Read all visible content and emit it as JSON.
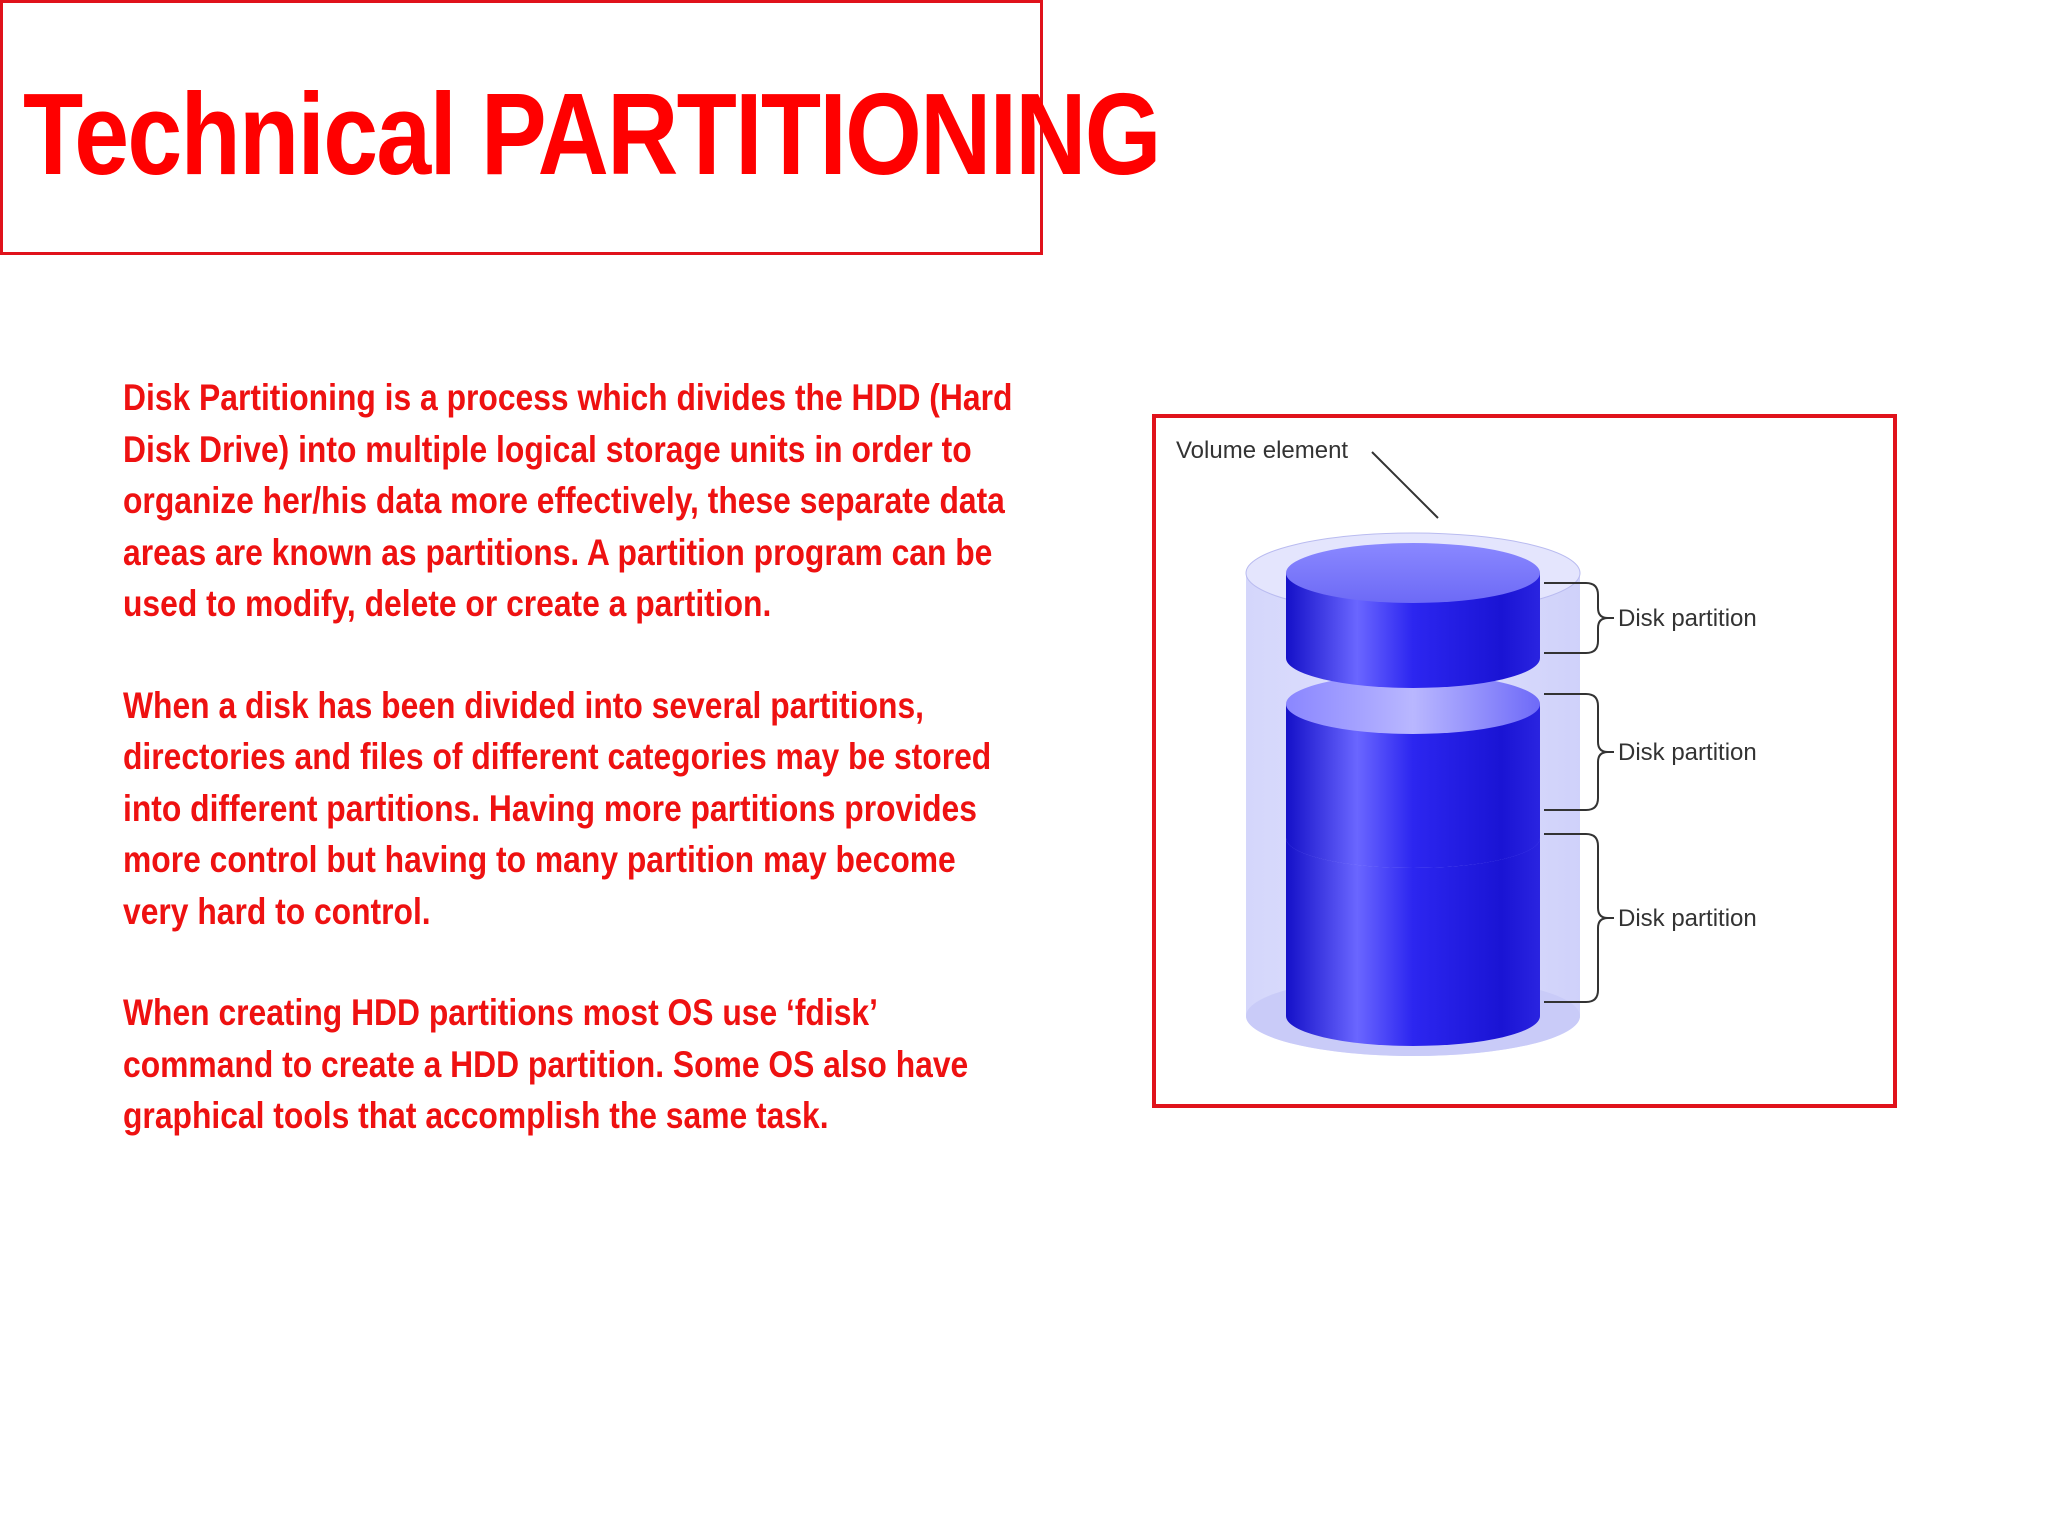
{
  "title": "Technical PARTITIONING",
  "paragraphs": [
    "Disk Partitioning is a process which divides the HDD (Hard Disk Drive) into multiple logical storage units in order to organize her/his data more effectively, these separate data areas are known as partitions. A partition program can be used to modify, delete or create a partition.",
    "When a disk has been divided into several partitions, directories and files of different categories may be stored into different partitions. Having more partitions provides more control but having to many partition may become very hard to control.",
    "When creating HDD partitions most OS use ‘fdisk’ command to create a HDD partition. Some OS also have graphical tools that accomplish the same task."
  ],
  "figure": {
    "volume_label": "Volume element",
    "partition_labels": [
      "Disk partition",
      "Disk partition",
      "Disk partition"
    ]
  },
  "colors": {
    "title": "#ff0000",
    "body_text": "#ee1111",
    "border": "#e0121b",
    "disk_blue": "#2a22e6",
    "volume_fill": "#d9dbfc"
  }
}
